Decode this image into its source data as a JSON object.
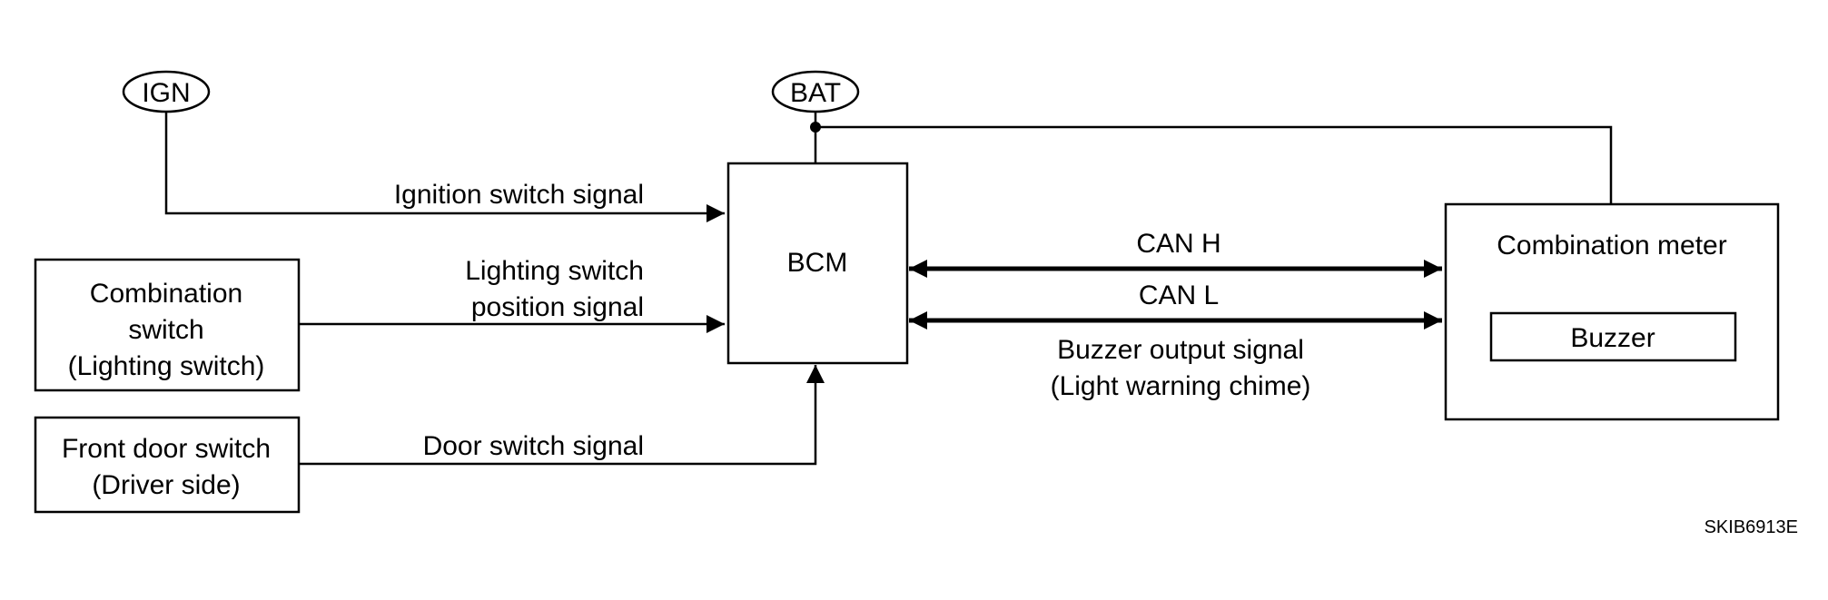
{
  "terminals": {
    "ign": "IGN",
    "bat": "BAT"
  },
  "blocks": {
    "bcm": "BCM",
    "combination_switch": [
      "Combination",
      "switch",
      "(Lighting switch)"
    ],
    "front_door_switch": [
      "Front door switch",
      "(Driver side)"
    ],
    "combination_meter": "Combination meter",
    "buzzer": "Buzzer"
  },
  "signals": {
    "ignition": "Ignition switch signal",
    "lighting": [
      "Lighting switch",
      "position signal"
    ],
    "door": "Door switch signal",
    "can_h": "CAN H",
    "can_l": "CAN L",
    "buzzer_output": [
      "Buzzer output signal",
      "(Light warning chime)"
    ]
  },
  "figure_code": "SKIB6913E"
}
